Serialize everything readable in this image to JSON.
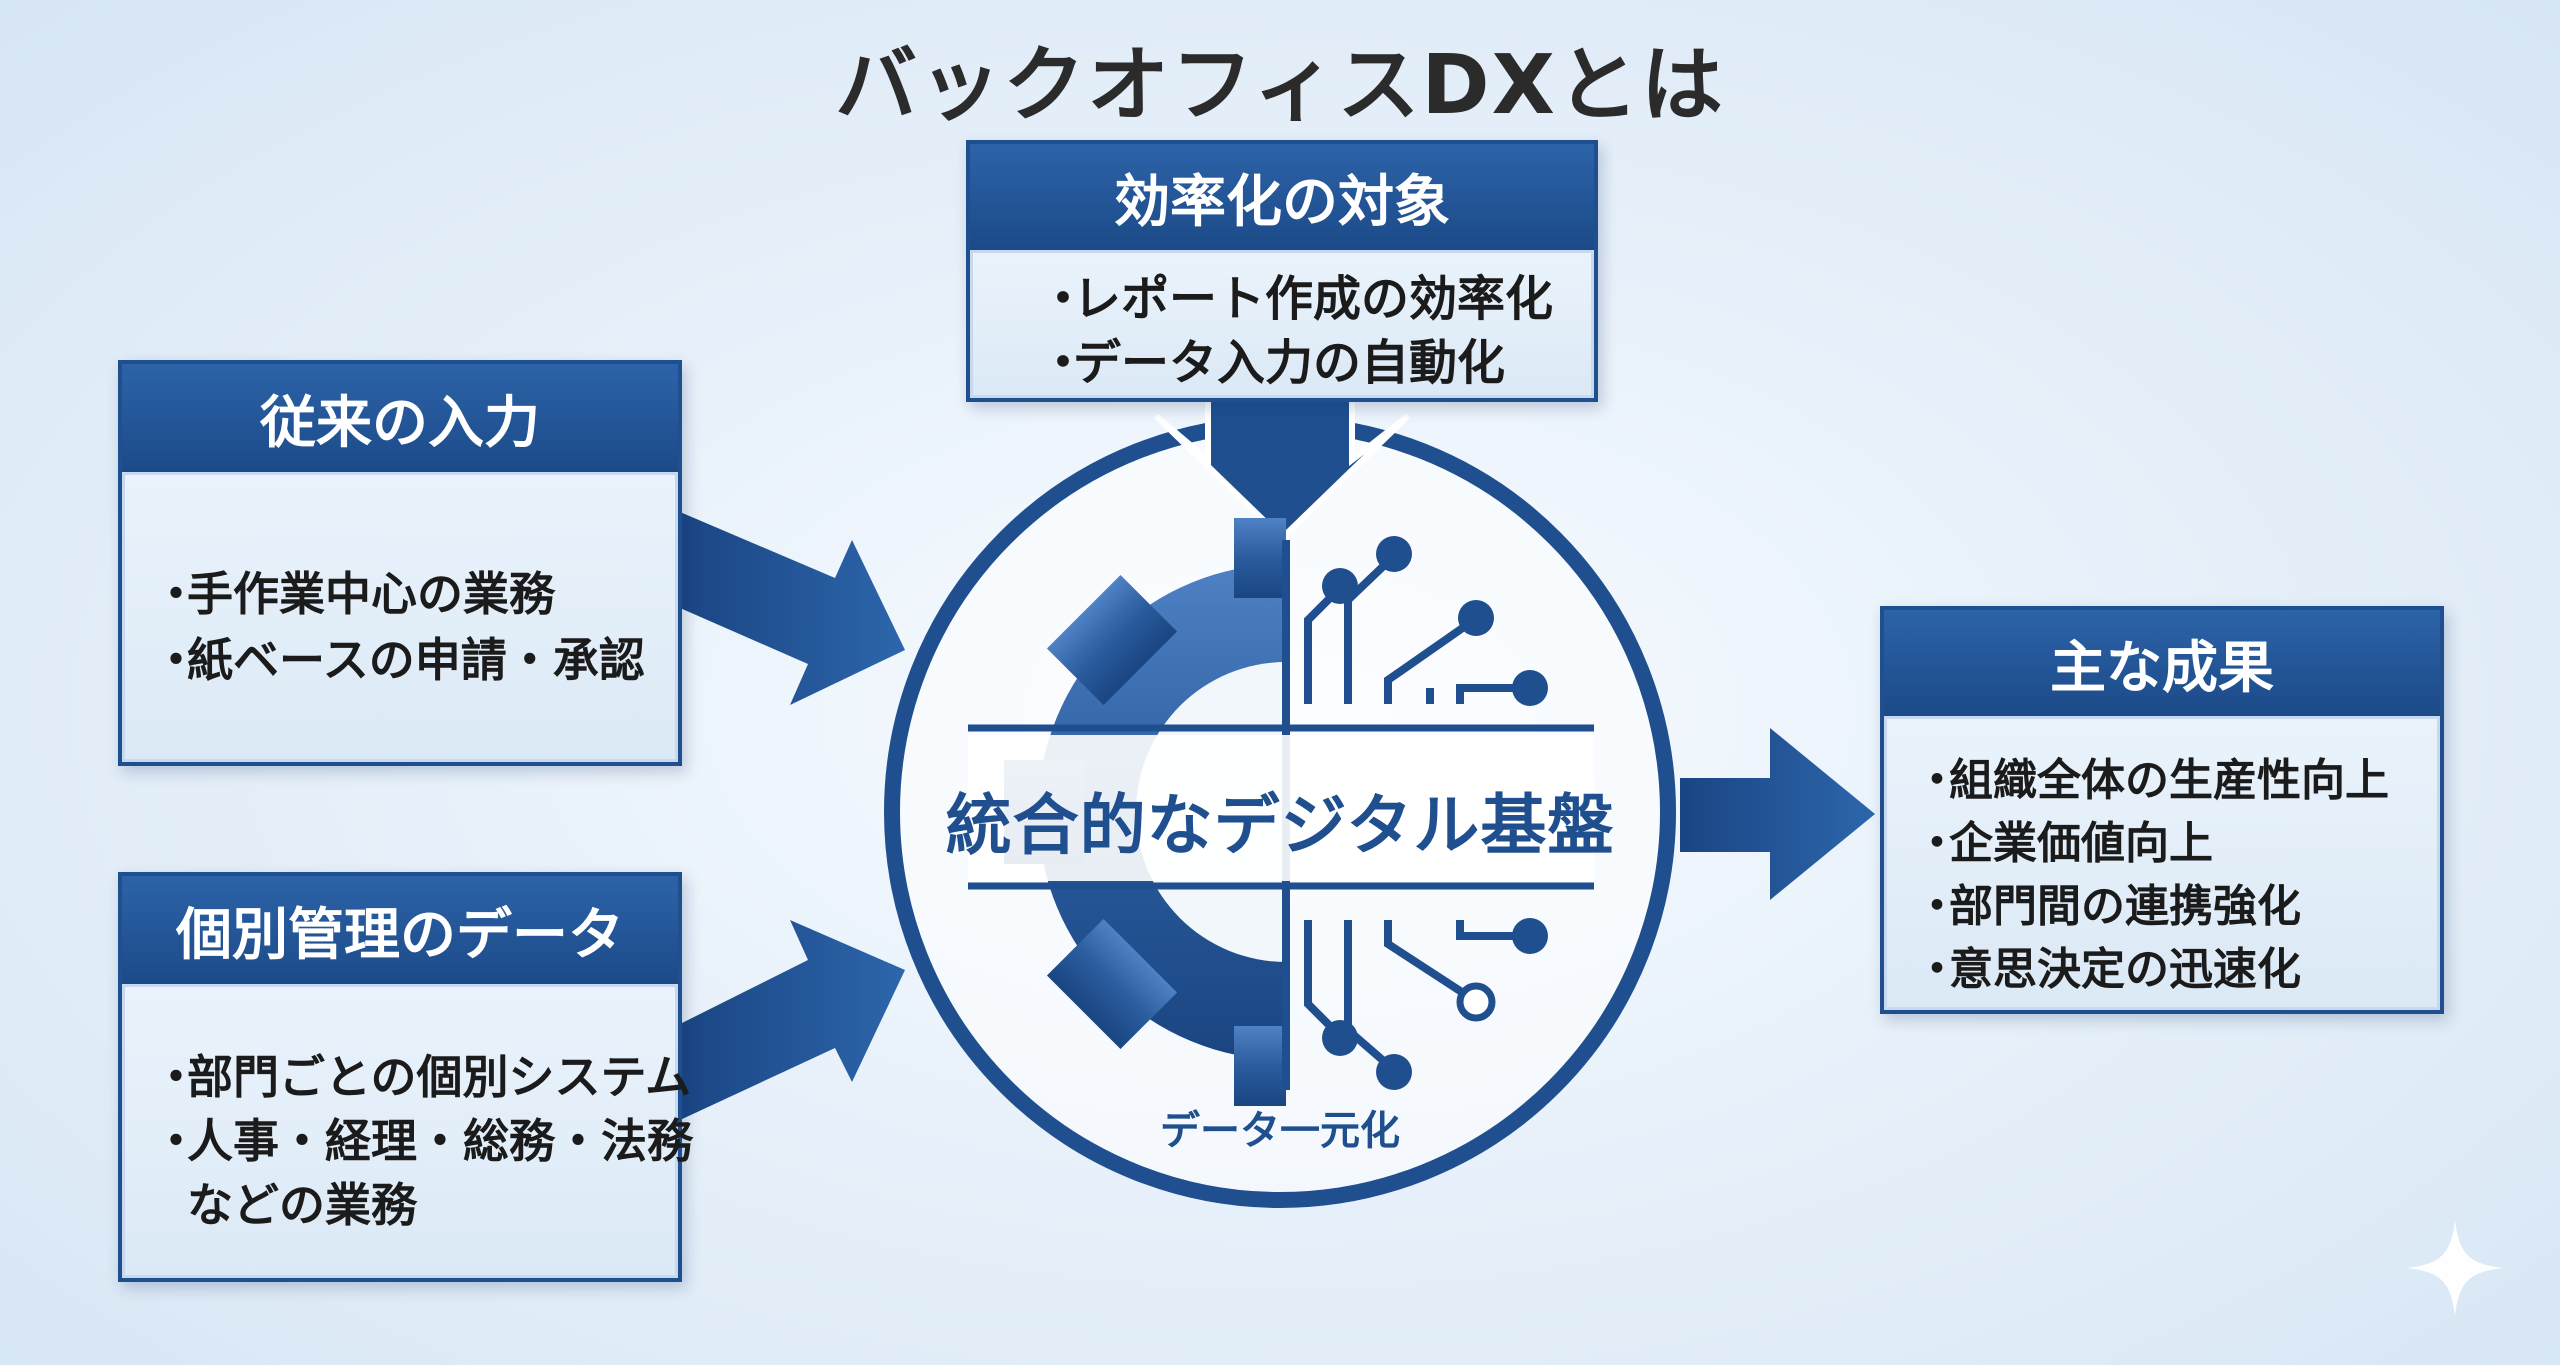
{
  "title": "バックオフィスDXとは",
  "target": {
    "title": "効率化の対象",
    "items": [
      "レポート作成の効率化",
      "データ入力の自動化"
    ]
  },
  "legacy_input": {
    "title": "従来の入力",
    "items": [
      "手作業中心の業務",
      "紙ベースの申請・承認"
    ]
  },
  "separate_data": {
    "title": "個別管理のデータ",
    "items": [
      "部門ごとの個別システム",
      "人事・経理・総務・法務"
    ],
    "item_continuation": "などの業務"
  },
  "results": {
    "title": "主な成果",
    "items": [
      "組織全体の生産性向上",
      "企業価値向上",
      "部門間の連携強化",
      "意思決定の迅速化"
    ]
  },
  "center": {
    "label": "統合的なデジタル基盤",
    "sub_label": "データ一元化"
  },
  "icons": [
    "gear-icon",
    "circuit-icon",
    "sparkle-icon"
  ],
  "colors": {
    "primary": "#1f4f8f",
    "light_panel": "#e3eef8",
    "background": "#e8f1fa"
  }
}
